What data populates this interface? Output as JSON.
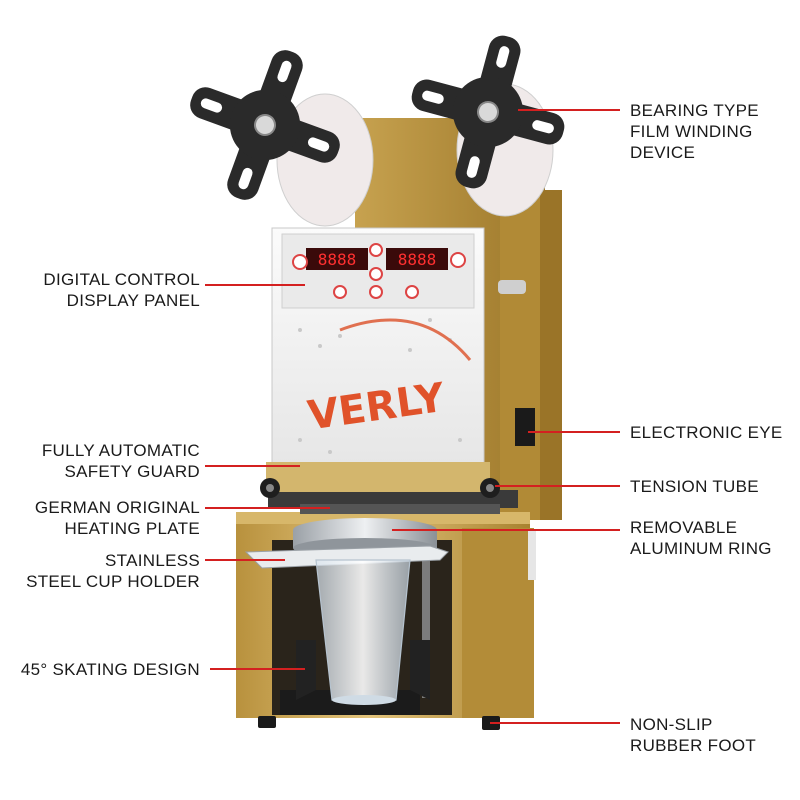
{
  "colors": {
    "leader": "#d42020",
    "gold": "#c9a44e",
    "gold_dark": "#a88434",
    "gold_light": "#e0c27a",
    "wheel": "#2a2a2a",
    "panel": "#f3f3f3",
    "brand": "#e0522a"
  },
  "panel": {
    "display_left": "8888",
    "display_right": "8888",
    "brand_text": "VERLY"
  },
  "labels_left": [
    {
      "id": "display-panel",
      "lines": [
        "DIGITAL CONTROL",
        "DISPLAY PANEL"
      ]
    },
    {
      "id": "safety-guard",
      "lines": [
        "FULLY AUTOMATIC",
        "SAFETY GUARD"
      ]
    },
    {
      "id": "heating-plate",
      "lines": [
        "GERMAN ORIGINAL",
        "HEATING PLATE"
      ]
    },
    {
      "id": "cup-holder",
      "lines": [
        "STAINLESS",
        "STEEL CUP HOLDER"
      ]
    },
    {
      "id": "skating-design",
      "lines": [
        "45° SKATING DESIGN"
      ]
    }
  ],
  "labels_right": [
    {
      "id": "film-winding",
      "lines": [
        "BEARING TYPE",
        "FILM WINDING",
        "DEVICE"
      ]
    },
    {
      "id": "electronic-eye",
      "lines": [
        "ELECTRONIC EYE"
      ]
    },
    {
      "id": "tension-tube",
      "lines": [
        "TENSION TUBE"
      ]
    },
    {
      "id": "aluminum-ring",
      "lines": [
        "REMOVABLE",
        "ALUMINUM RING"
      ]
    },
    {
      "id": "rubber-foot",
      "lines": [
        "NON-SLIP",
        "RUBBER FOOT"
      ]
    }
  ],
  "icons": [
    "wheel-icon",
    "cup-icon",
    "control-button-icon"
  ]
}
